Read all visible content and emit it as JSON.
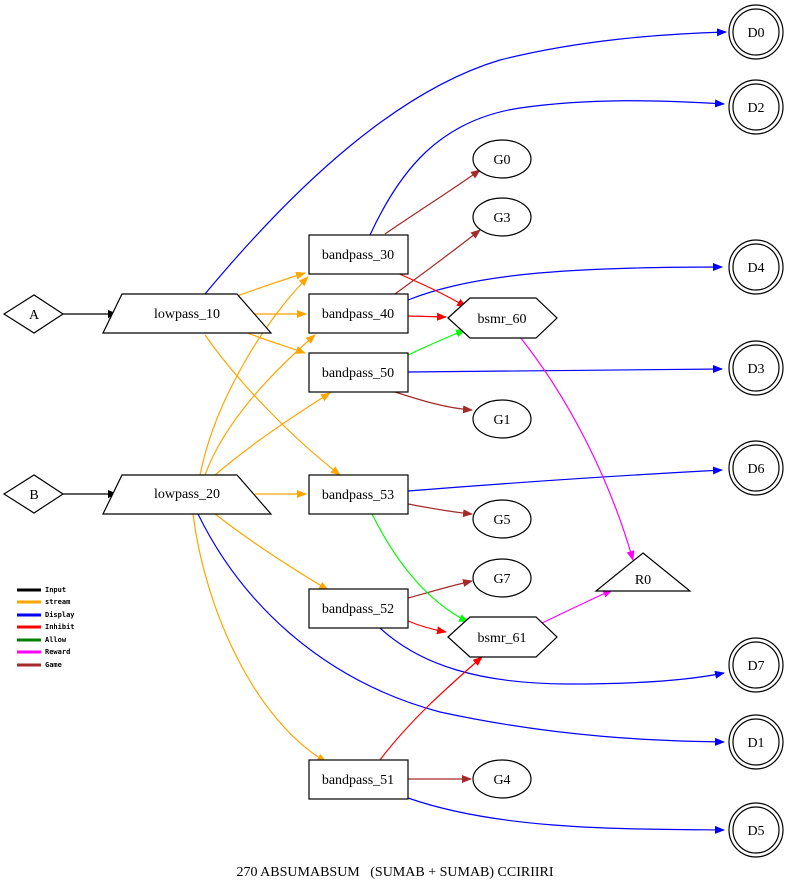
{
  "nodes": {
    "A": "A",
    "B": "B",
    "lowpass_10": "lowpass_10",
    "lowpass_20": "lowpass_20",
    "bandpass_30": "bandpass_30",
    "bandpass_40": "bandpass_40",
    "bandpass_50": "bandpass_50",
    "bandpass_53": "bandpass_53",
    "bandpass_52": "bandpass_52",
    "bandpass_51": "bandpass_51",
    "bsmr_60": "bsmr_60",
    "bsmr_61": "bsmr_61",
    "R0": "R0",
    "G0": "G0",
    "G3": "G3",
    "G1": "G1",
    "G5": "G5",
    "G7": "G7",
    "G4": "G4",
    "D0": "D0",
    "D2": "D2",
    "D4": "D4",
    "D3": "D3",
    "D6": "D6",
    "D7": "D7",
    "D1": "D1",
    "D5": "D5"
  },
  "legend": [
    {
      "label": "Input",
      "color": "#000000"
    },
    {
      "label": "stream",
      "color": "#FFA500"
    },
    {
      "label": "Display",
      "color": "#0000FF"
    },
    {
      "label": "Inhibit",
      "color": "#FF0000"
    },
    {
      "label": "Allow",
      "color": "#008000"
    },
    {
      "label": "Reward",
      "color": "#FF00FF"
    },
    {
      "label": "Game",
      "color": "#A52A2A"
    }
  ],
  "caption": "270 ABSUMABSUM   (SUMAB + SUMAB) CCIRIIRI",
  "edge_colors": {
    "input": "#000000",
    "stream": "#FFA500",
    "display": "#0000FF",
    "inhibit": "#FF0000",
    "allow": "#00FF00",
    "reward": "#FF00FF",
    "game": "#A52A2A"
  }
}
